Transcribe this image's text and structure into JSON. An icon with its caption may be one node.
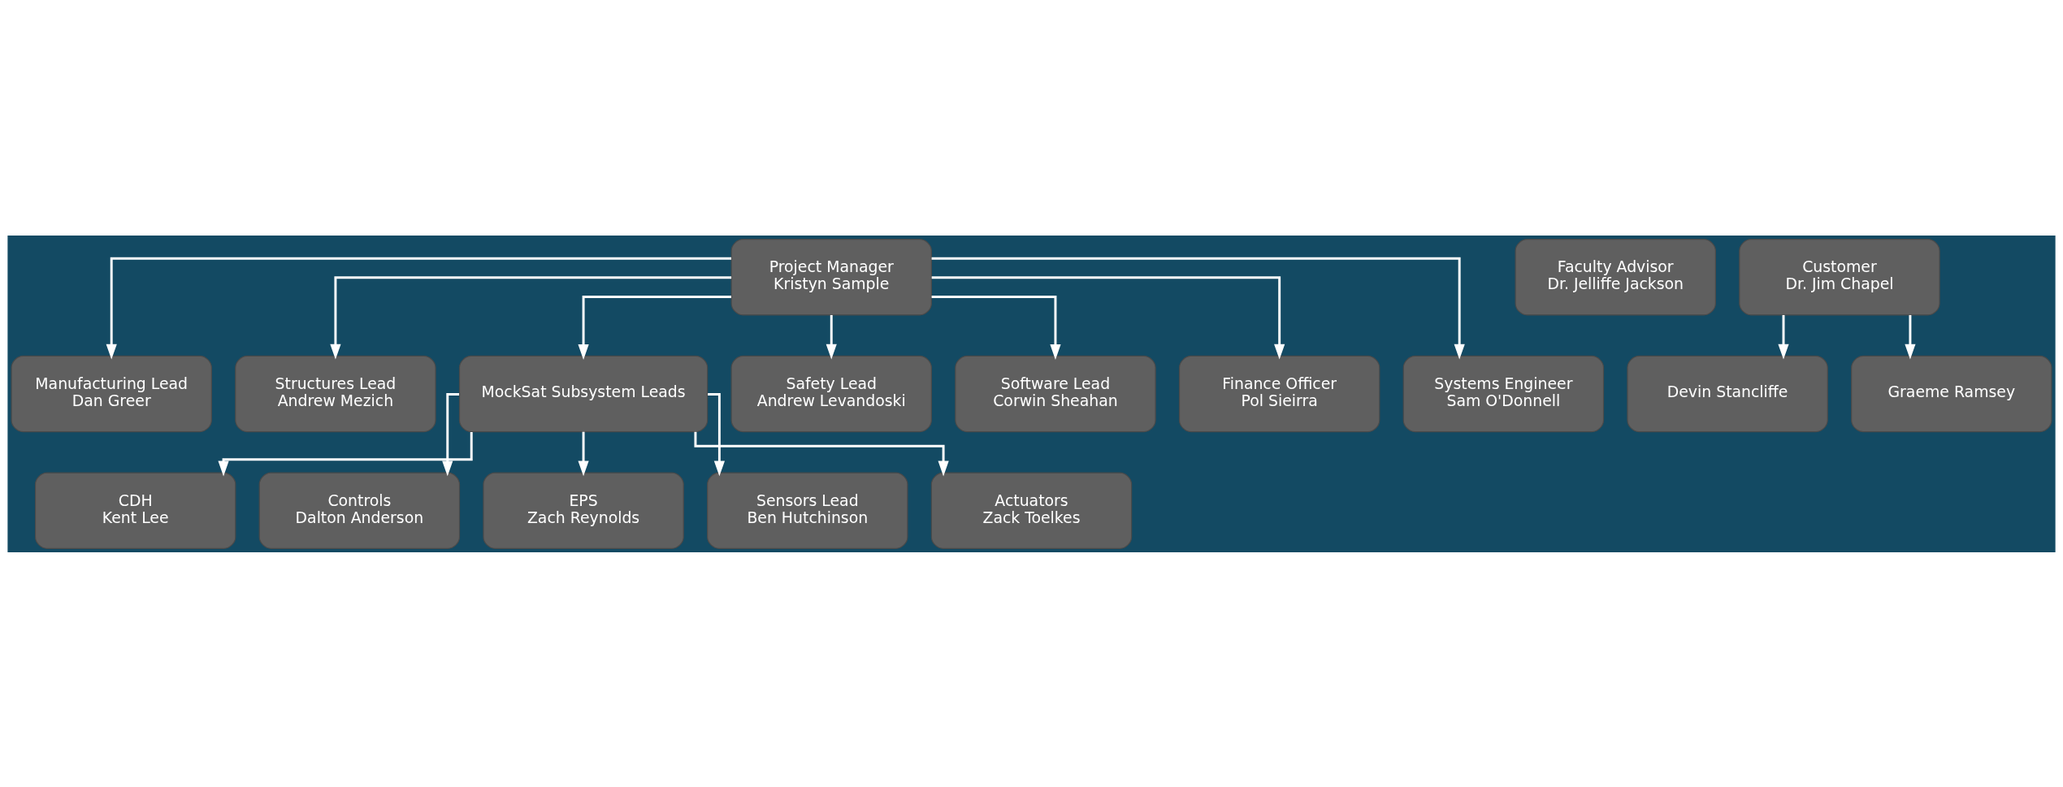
{
  "diagram": {
    "nodes": [
      {
        "text": [
          "Project Manager",
          "Kristyn Sample"
        ]
      },
      {
        "text": [
          "Faculty Advisor",
          "Dr. Jelliffe Jackson"
        ]
      },
      {
        "text": [
          "Customer",
          "Dr. Jim Chapel"
        ]
      },
      {
        "text": [
          "Systems Engineer",
          "Sam O'Donnell"
        ]
      },
      {
        "text": [
          "Graeme Ramsey"
        ]
      },
      {
        "text": [
          "Devin Stancliffe"
        ]
      },
      {
        "text": [
          "Manufacturing Lead",
          "Dan Greer"
        ]
      },
      {
        "text": [
          "Structures Lead",
          "Andrew Mezich"
        ]
      },
      {
        "text": [
          "MockSat Subsystem Leads"
        ]
      },
      {
        "text": [
          "Safety Lead",
          "Andrew Levandoski"
        ]
      },
      {
        "text": [
          "Software Lead",
          "Corwin Sheahan"
        ]
      },
      {
        "text": [
          "Finance Officer",
          "Pol Sieirra"
        ]
      },
      {
        "text": [
          "CDH",
          "Kent Lee"
        ]
      },
      {
        "text": [
          "Controls",
          "Dalton Anderson"
        ]
      },
      {
        "text": [
          "EPS",
          "Zach Reynolds"
        ]
      },
      {
        "text": [
          "Sensors Lead",
          "Ben Hutchinson"
        ]
      },
      {
        "text": [
          "Actuators",
          "Zack Toelkes"
        ]
      }
    ],
    "edges": [
      {
        "from": 0,
        "to": 3,
        "arrow": "to"
      },
      {
        "from": 2,
        "to": 4,
        "arrow": "to"
      },
      {
        "from": 2,
        "to": 5,
        "arrow": "to"
      },
      {
        "from": 0,
        "to": 6,
        "arrow": "to"
      },
      {
        "from": 0,
        "to": 7,
        "arrow": "to"
      },
      {
        "from": 0,
        "to": 8,
        "arrow": "to"
      },
      {
        "from": 0,
        "to": 9,
        "arrow": "to"
      },
      {
        "from": 0,
        "to": 10,
        "arrow": "to"
      },
      {
        "from": 0,
        "to": 11,
        "arrow": "to"
      },
      {
        "from": 8,
        "to": 12,
        "arrow": "to"
      },
      {
        "from": 8,
        "to": 13,
        "arrow": "to"
      },
      {
        "from": 8,
        "to": 14,
        "arrow": "to"
      },
      {
        "from": 8,
        "to": 15,
        "arrow": "to"
      },
      {
        "from": 8,
        "to": 16,
        "arrow": "to"
      }
    ]
  }
}
